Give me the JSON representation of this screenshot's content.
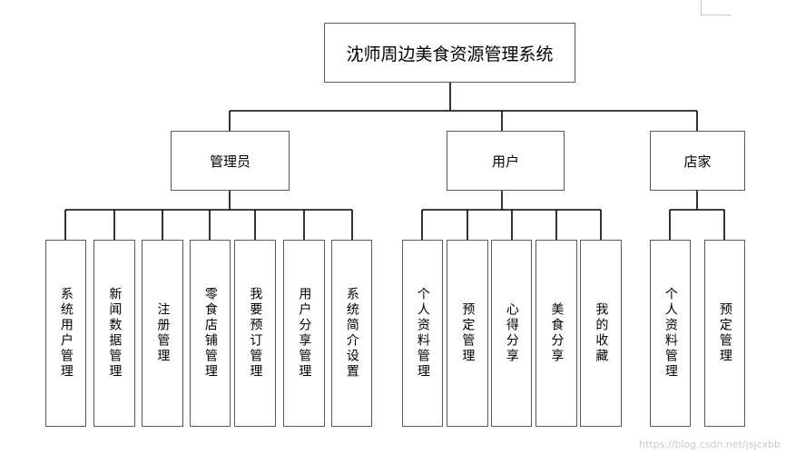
{
  "root": {
    "label": "沈师周边美食资源管理系统"
  },
  "groups": [
    {
      "label": "管理员",
      "children": [
        "系统用户管理",
        "新闻数据管理",
        "注册管理",
        "零食店铺管理",
        "我要预订管理",
        "用户分享管理",
        "系统简介设置"
      ]
    },
    {
      "label": "用户",
      "children": [
        "个人资料管理",
        "预定管理",
        "心得分享",
        "美食分享",
        "我的收藏"
      ]
    },
    {
      "label": "店家",
      "children": [
        "个人资料管理",
        "预定管理"
      ]
    }
  ],
  "watermark": "https://blog.csdn.net/jsjcxbb"
}
